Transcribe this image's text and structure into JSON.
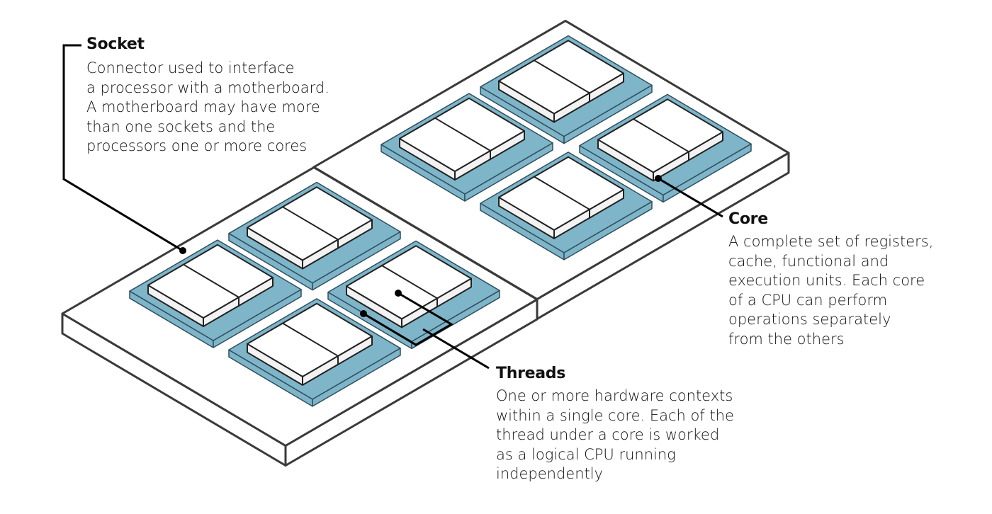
{
  "callouts": {
    "socket": {
      "title": "Socket",
      "description": "Connector used to interface\na processor with a motherboard.\nA motherboard may have more\nthan one sockets and the\nprocessors one or more cores"
    },
    "core": {
      "title": "Core",
      "description": "A complete set of registers,\ncache, functional and\nexecution units. Each core\nof  a CPU can perform\noperations separately\nfrom the others"
    },
    "threads": {
      "title": "Threads",
      "description": "One or more hardware contexts\nwithin a single core. Each of the\nthread under a core is worked\nas a logical CPU running\nindependently"
    }
  },
  "colors": {
    "outline": "#3a3a3a",
    "board_top": "#ffffff",
    "board_side": "#ffffff",
    "core_fill": "#7fb5c8",
    "core_stroke": "#2f4f5f",
    "chip_top": "#ffffff",
    "chip_side": "#f2f2f2",
    "leader": "#000000"
  }
}
